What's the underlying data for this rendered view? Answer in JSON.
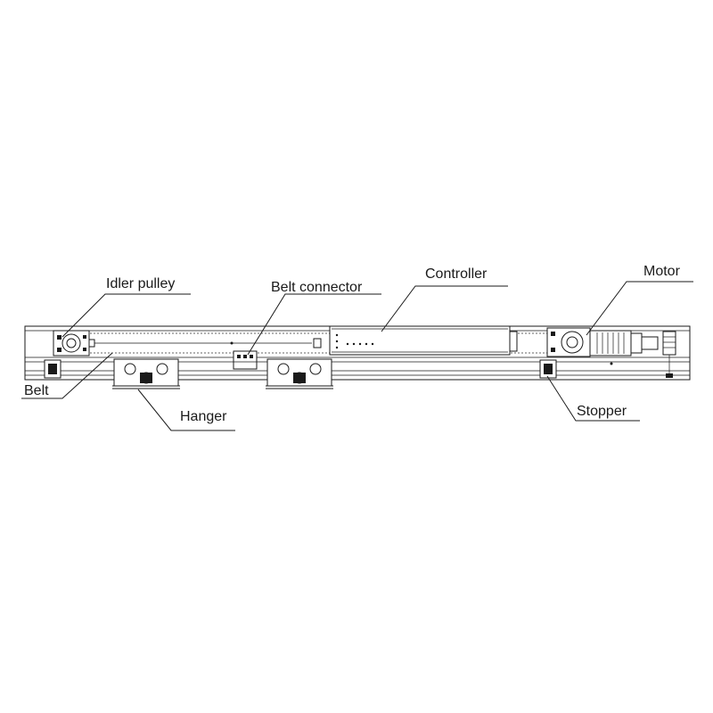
{
  "labels": {
    "idler_pulley": "Idler pulley",
    "belt_connector": "Belt connector",
    "controller": "Controller",
    "motor": "Motor",
    "belt": "Belt",
    "hanger": "Hanger",
    "stopper": "Stopper"
  }
}
